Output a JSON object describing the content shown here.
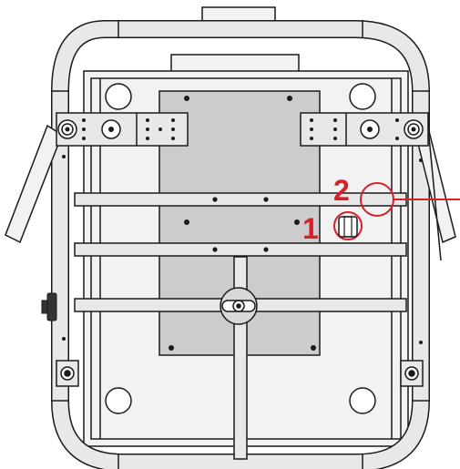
{
  "diagram": {
    "callouts": [
      {
        "id": "1",
        "label": "1"
      },
      {
        "id": "2",
        "label": "2"
      }
    ],
    "colors": {
      "stroke": "#1a1a1a",
      "frame_fill": "#e8e8e8",
      "plate_fill": "#cccccc",
      "base_fill": "#f2f2f2",
      "highlight": "#d8202a"
    }
  }
}
